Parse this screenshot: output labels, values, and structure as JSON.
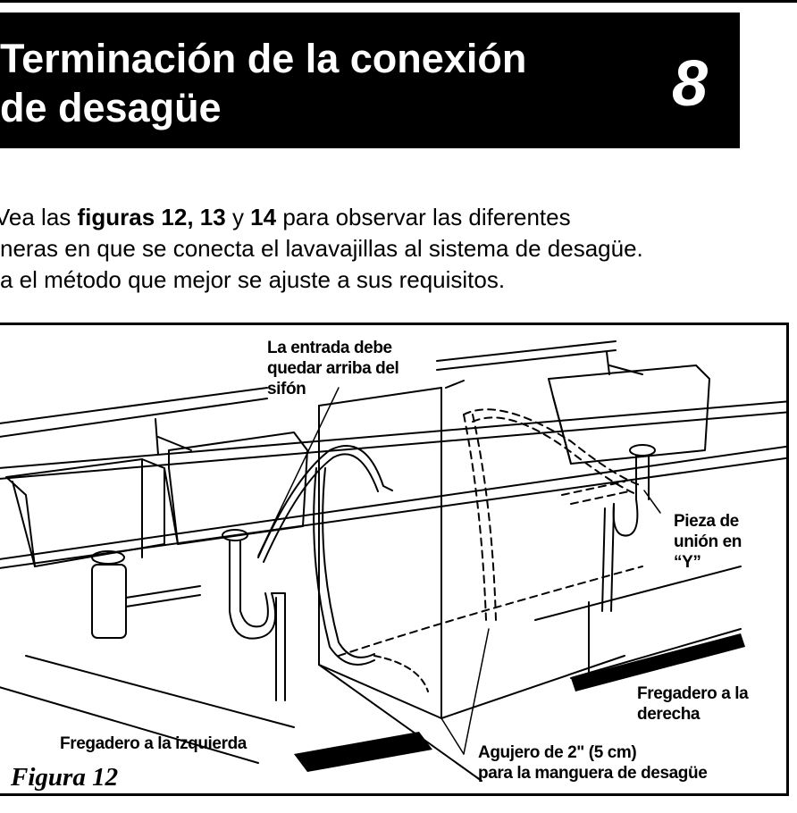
{
  "header": {
    "title_line1": "Terminación de la conexión",
    "title_line2": "de desagüe",
    "section_number": "8"
  },
  "intro": {
    "line1_a": "Vea las ",
    "line1_bold1": "figuras 12, 13",
    "line1_b": " y ",
    "line1_bold2": "14",
    "line1_c": " para observar las diferentes",
    "line2": "neras en que se conecta el lavavajillas al sistema de desagüe.",
    "line3": "a el método que mejor se ajuste a sus requisitos."
  },
  "figure": {
    "caption": "Figura  12",
    "labels": {
      "inlet_line1": "La entrada debe",
      "inlet_line2": "quedar arriba del",
      "inlet_line3": "sifón",
      "y_connector_line1": "Pieza de",
      "y_connector_line2": "unión en",
      "y_connector_line3": "“Y”",
      "right_sink_line1": "Fregadero a la",
      "right_sink_line2": "derecha",
      "left_sink": "Fregadero a la izquierda",
      "hole_line1": "Agujero de 2\" (5 cm)",
      "hole_line2": "para la manguera de desagüe"
    }
  }
}
